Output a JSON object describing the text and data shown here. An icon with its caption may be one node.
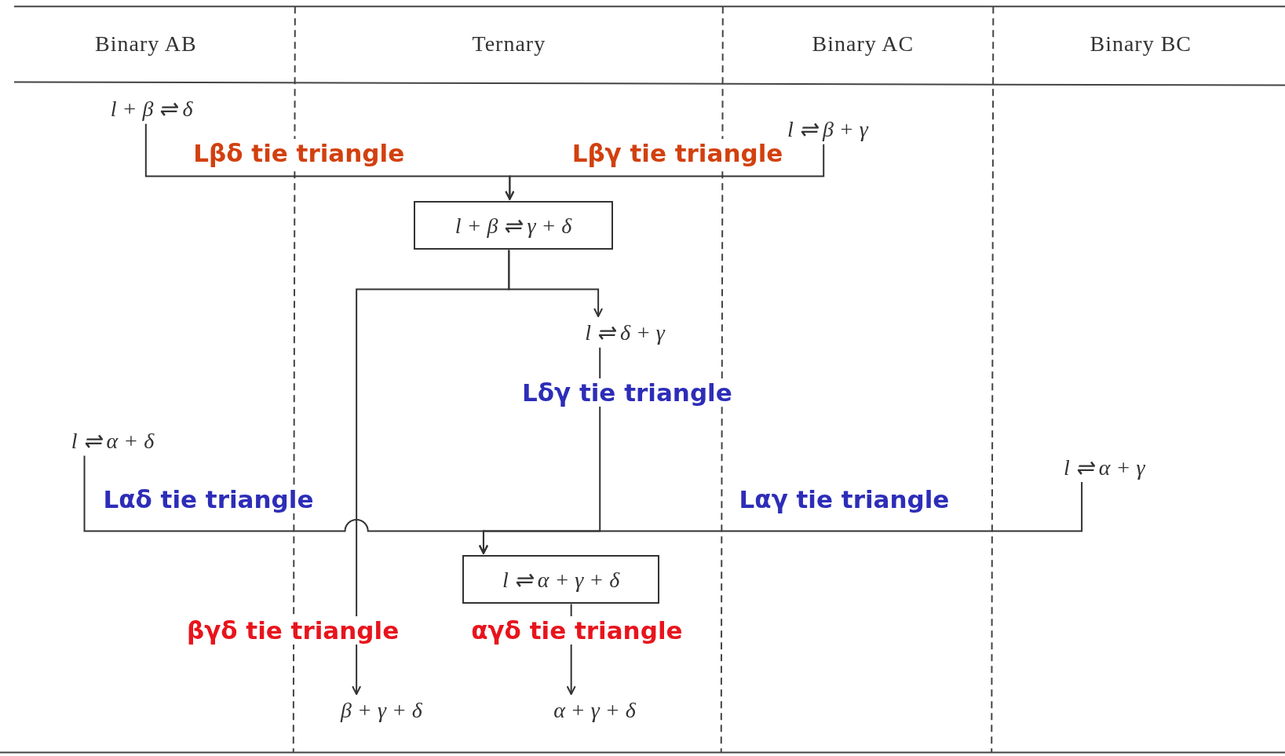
{
  "diagram": {
    "nodes": [
      {
        "text": [
          "l + β ⇌ δ"
        ]
      },
      {
        "text": [
          "l ⇌ β + γ"
        ]
      },
      {
        "text": [
          "l + β ⇌ γ + δ"
        ]
      },
      {
        "text": [
          "l ⇌ δ + γ"
        ]
      },
      {
        "text": [
          "l ⇌ α + δ"
        ]
      },
      {
        "text": [
          "l ⇌ α + γ"
        ]
      },
      {
        "text": [
          "l ⇌ α + γ + δ"
        ]
      },
      {
        "text": [
          "β + γ + δ"
        ]
      },
      {
        "text": [
          "α + γ + δ"
        ]
      }
    ],
    "edges": [
      {
        "from": 0,
        "to": 2,
        "arrow": "to",
        "label": "Lβδ tie triangle"
      },
      {
        "from": 1,
        "to": 2,
        "arrow": "to",
        "label": "Lβγ tie triangle"
      },
      {
        "from": 2,
        "to": 7,
        "arrow": "to",
        "label": "βγδ tie triangle"
      },
      {
        "from": 2,
        "to": 3,
        "arrow": "to"
      },
      {
        "from": 3,
        "to": 6,
        "arrow": "to",
        "label": "Lδγ tie triangle"
      },
      {
        "from": 4,
        "to": 6,
        "arrow": "to",
        "label": "Lαδ tie triangle"
      },
      {
        "from": 5,
        "to": 6,
        "arrow": "to",
        "label": "Lαγ tie triangle"
      },
      {
        "from": 6,
        "to": 8,
        "arrow": "to",
        "label": "αγδ tie triangle"
      }
    ],
    "labels": [
      "Binary AB",
      "Ternary",
      "Binary AC",
      "Binary BC"
    ]
  }
}
